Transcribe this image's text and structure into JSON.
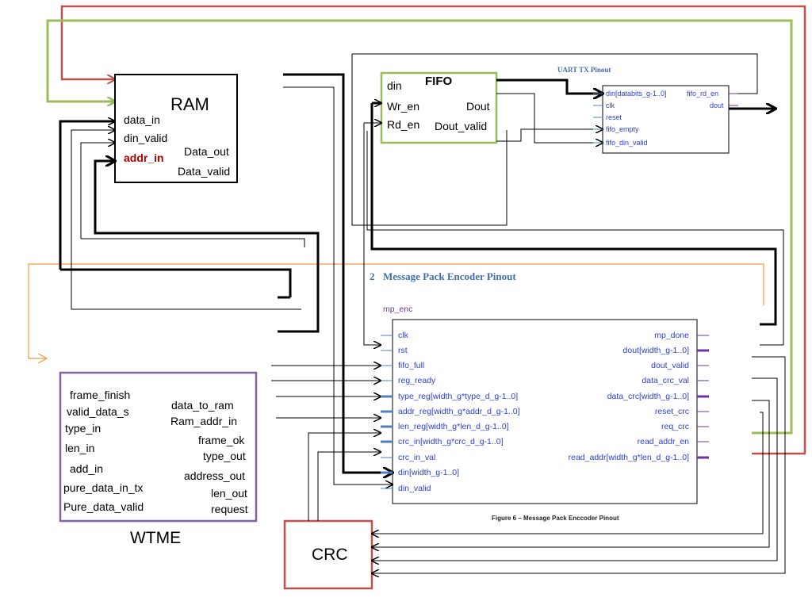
{
  "ram": {
    "title": "RAM",
    "ports": [
      "data_in",
      "din_valid",
      "addr_in",
      "Data_out",
      "Data_valid"
    ],
    "addr_color": "#b00000"
  },
  "fifo": {
    "title": "FIFO",
    "ports": [
      "din",
      "Wr_en",
      "Rd_en",
      "Dout",
      "Dout_valid"
    ]
  },
  "uart": {
    "heading": "UART TX Pinout",
    "ins": [
      "din[databits_g-1..0]",
      "clk",
      "reset",
      "fifo_empty",
      "fifo_din_valid"
    ],
    "outs": [
      "fifo_rd_en",
      "dout"
    ]
  },
  "mpenc": {
    "heading_num": "2",
    "heading": "Message Pack Encoder Pinout",
    "name": "mp_enc",
    "ins": [
      "clk",
      "rst",
      "fifo_full",
      "reg_ready",
      "type_reg[width_g*type_d_g-1..0]",
      "addr_reg[width_g*addr_d_g-1..0]",
      "len_reg[width_g*len_d_g-1..0]",
      "crc_in[width_g*crc_d_g-1..0]",
      "crc_in_val",
      "din[width_g-1..0]",
      "din_valid"
    ],
    "outs": [
      "mp_done",
      "dout[width_g-1..0]",
      "dout_valid",
      "data_crc_val",
      "data_crc[width_g-1..0]",
      "reset_crc",
      "req_crc",
      "read_addr_en",
      "read_addr[width_g*len_d_g-1..0]"
    ],
    "caption": "Figure 6 – Message Pack Enccoder Pinout"
  },
  "wtme": {
    "title": "WTME",
    "left_ports": [
      "frame_finish",
      "valid_data_s",
      "type_in",
      "len_in",
      "add_in",
      "pure_data_in_tx",
      "Pure_data_valid"
    ],
    "right_ports": [
      "data_to_ram",
      "Ram_addr_in",
      "frame_ok",
      "type_out",
      "address_out",
      "len_out",
      "request"
    ]
  },
  "crc": {
    "title": "CRC"
  },
  "colors": {
    "ram_border": "#000000",
    "fifo_border": "#9bbb59",
    "wtme_border": "#8064a2",
    "crc_border": "#c0504d",
    "red_wire": "#c0504d",
    "green_wire": "#9bbb59",
    "orange_wire": "#f79646",
    "pin_blue": "#4f81bd",
    "pin_purple": "#7030a0"
  }
}
